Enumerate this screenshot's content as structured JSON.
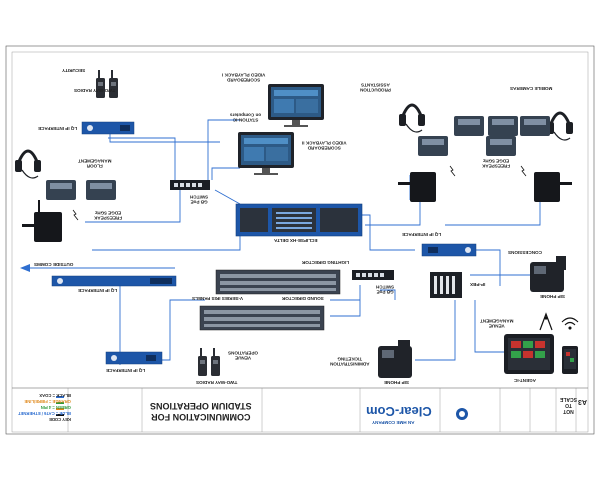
{
  "drawing": {
    "title_line1": "COMMUNICATION FOR",
    "title_line2": "STADIUM OPERATIONS",
    "not_to_scale_line1": "NOT",
    "not_to_scale_line2": "TO",
    "not_to_scale_line3": "SCALE",
    "sheet_size": "A3",
    "brand": "Clear-Com",
    "brand_tagline": "AN HME COMPANY"
  },
  "labels": {
    "security_title": "SECURITY",
    "security_sub": "TWO-WAY RADIOS",
    "lq_top": "LQ IP INTERFACE",
    "floor_line1": "FLOOR",
    "floor_line2": "MANAGEMENT",
    "fsp_left_line1": "FREESPEAK",
    "fsp_left_line2": "EDGE 5GHz",
    "outside_comms": "OUTSIDE COMMS",
    "lq_mid": "LQ IP INTERFACE",
    "lq_bottom": "LQ IP INTERFACE",
    "venue_ops_line1": "VENUE",
    "venue_ops_line2": "OPERATIONS",
    "venue_ops_sub": "TWO-WAY RADIOS",
    "scoreboard1_line1": "SCOREBOARD",
    "scoreboard1_line2": "VIDEO PLAYBACK I",
    "station_ic_line1": "STATION-IC",
    "station_ic_line2": "on Computers",
    "scoreboard2_line1": "SCOREBOARD",
    "scoreboard2_line2": "VIDEO PLAYBACK II",
    "switch_top_line1": "GB PoE",
    "switch_top_line2": "SWITCH",
    "eclipse": "ECLIPSE-HX DELTA",
    "lighting": "LIGHTING DIRECTOR",
    "switch_mid_line1": "GB PoE",
    "switch_mid_line2": "SWITCH",
    "vseries": "V-SERIES IRIS PANELS",
    "sound": "SOUND DIRECTOR",
    "admin_line1": "ADMINISTRATION",
    "admin_line2": "TICKETING",
    "prod_line1": "PRODUCTION",
    "prod_line2": "ASSISTANTS",
    "mobile": "MOBILE CAMERAS",
    "fsp_right_line1": "FREESPEAK",
    "fsp_right_line2": "EDGE 5GHz",
    "lq_right": "LQ IP INTERFACE",
    "concessions": "CONCESSIONS",
    "ippbx": "IP-PBX",
    "sip_phone_top": "SIP PHONE",
    "venue_mgmt_line1": "VENUE",
    "venue_mgmt_line2": "MANAGEMENT",
    "sip_phone_bottom": "SIP PHONE",
    "agent_ic": "AGENT-IC"
  },
  "key": {
    "title": "KEY CODE",
    "blue": "BLUE = CAT6 / ETHERNET",
    "green": "GREEN = 4 PIN",
    "orange": "ORANGE = FIBRE/LINE",
    "black": "BLACK = COAX"
  },
  "colors": {
    "line": "#2f6fd0",
    "device_blue": "#1d56a8",
    "rack": "#3b4350",
    "dark": "#1f232a",
    "key_blue": "#2f6fd0",
    "key_green": "#2e9a3c",
    "key_orange": "#e08a1e"
  }
}
